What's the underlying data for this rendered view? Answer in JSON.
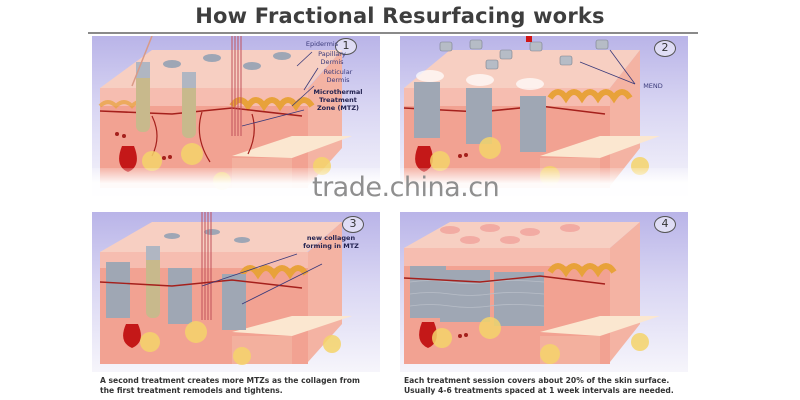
{
  "title": "How Fractional Resurfacing works",
  "watermark": "trade.china.cn",
  "panels": [
    {
      "number": "1",
      "labels": {
        "epidermis": "Epidermis",
        "papillary_dermis": "Papillary Dermis",
        "reticular_dermis": "Reticular Dermis",
        "mtz": "Microthermal Treatment Zone (MTZ)"
      }
    },
    {
      "number": "2",
      "labels": {
        "mend": "MEND"
      }
    },
    {
      "number": "3",
      "labels": {
        "collagen": "new collagen forming in MTZ"
      }
    },
    {
      "number": "4",
      "labels": {}
    }
  ],
  "captions": {
    "left_line1": "A second treatment creates more MTZs as the collagen from",
    "left_line2": "the first treatment remodels and tightens.",
    "right_line1": "Each treatment session covers about 20% of the skin surface.",
    "right_line2": "Usually 4-6 treatments spaced at 1 week intervals are needed."
  },
  "colors": {
    "skin": "#f2a292",
    "skin_light": "#f7c4b6",
    "epidermis_top": "#f9d7cc",
    "collagen_wave": "#e8a23a",
    "vessel": "#a5201c",
    "fat": "#f5d36a",
    "mtz_column": "#9fa7b4",
    "panel_bg": "#c9c6ee"
  }
}
